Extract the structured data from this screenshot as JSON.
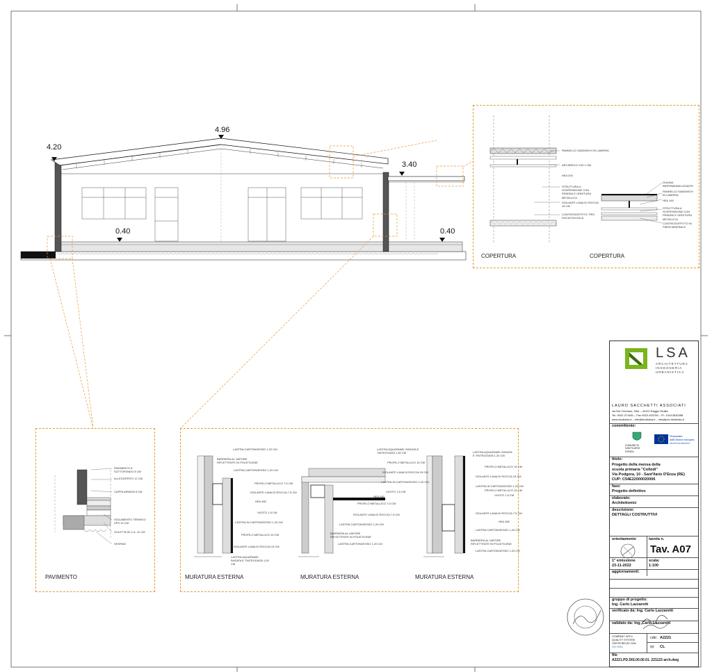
{
  "elevations": {
    "ridge": "4.96",
    "left_eave": "4.20",
    "right_roof": "3.40",
    "floor_left": "0.40",
    "floor_right": "0.40"
  },
  "detail_labels": {
    "copertura_1": "COPERTURA",
    "copertura_2": "COPERTURA",
    "pavimento": "PAVIMENTO",
    "muratura_1": "MURATURA ESTERNA",
    "muratura_2": "MURATURA ESTERNA",
    "muratura_3": "MURATURA ESTERNA"
  },
  "annotations": {
    "cop1": [
      "PANNELLO SANDWICH IN LAMIERA",
      "ARCARECCI 100 x 150",
      "HEA 200",
      "STRUTTURA A SOSPENSIONE CON PENDINI E ORDITURA METALLICA",
      "ISOLANTE LANA DI ROCCIA 16 CM",
      "CONTROSOFFITTO TIPO ROCKFON EKLA"
    ],
    "cop2": [
      "GUAINA IMPERMEABILIZZANTE",
      "PANNELLO SANDWICH IN LAMIERA",
      "HEA 160",
      "STRUTTURA A SOSPENSIONE CON PENDINI E ORDITURA METALLICA",
      "CONTROSOFFITTO IN FIBRA MINERALE"
    ],
    "pav": [
      "PAVIMENTO E SOTTOFONDO 8 CM",
      "ALLEGGERITO 12 CM",
      "CAPPA ARMATA 5 CM",
      "ISOLAMENTO TERMICO XPS 10 CM",
      "SOLETTA IN C.A. 12 CM",
      "VESPAIO"
    ],
    "mur1": [
      "LASTRA CARTONGESSO 1,20 CM",
      "BARRIERA AL VAPORE RIFLETTENTE IN POLIETILENE",
      "LASTRA CARTONGESSO 1,20 CM",
      "PROFILO METALLICO 7,5 CM",
      "ISOLANTE LANA DI ROCCIA 7,5 CM",
      "HEA 280",
      "VUOTO 1,5 CM",
      "LASTRA IN CARTONGESSO 1,20 CM",
      "PROFILO METALLICO 15 CM",
      "ISOLANTE LANA DI ROCCIA 15 CM",
      "LASTRA AQUAPANEL RASATA E TINTEGGIATA 1,30 CM"
    ],
    "mur2": [
      "LASTRA AQUAPANEL RASATA E TINTEGGIATA 1,30 CM",
      "PROFILO METALLICO 15 CM",
      "ISOLANTE LANA DI ROCCIA 15 CM",
      "LASTRA IN CARTONGESSO 1,20 CM",
      "VUOTO 1,5 CM",
      "HEA 280",
      "PROFILO METALLICO 7,5 CM",
      "ISOLANTE LANA DI ROCCIA 7,5 CM",
      "LASTRA CARTONGESSO 1,20 CM",
      "BARRIERA AL VAPORE RIFLETTENTE IN POLIETILENE",
      "LASTRA CARTONGESSO 1,20 CM"
    ],
    "mur3": [
      "LASTRA AQUAPANEL RASATA E TINTEGGIATA 1,30 CM",
      "PROFILO METALLICO 15 CM",
      "ISOLANTE LANA DI ROCCIA 15 CM",
      "LASTRA IN CARTONGESSO 1,20 CM",
      "PROFILO METALLICO 15 CM",
      "VUOTO 1,5 CM",
      "ISOLANTE LANA DI ROCCIA 7,5 CM",
      "HEA 280",
      "LASTRA CARTONGESSO 1,20 CM",
      "BARRIERA AL VAPORE RIFLETTENTE IN POLIETILENE",
      "LASTRA CARTONGESSO 1,20 CM"
    ]
  },
  "title_block": {
    "logo_text": "LSA",
    "logo_sub1": "ARCHITETTURA",
    "logo_sub2": "INGEGNERIA",
    "logo_sub3": "URBANISTICA",
    "firm": "LAURO SACCHETTI ASSOCIATI",
    "address": "via Dei Chiomes, 28/a – 42122 Reggio Emilia",
    "phone": "Tel. 0522-271481 – Fax 0522-923760 – P.I. 01413630358",
    "web": "www.studiolsa.it – info@studiolsa.it – info@pec.studiolsa.it",
    "committente_label": "committente:",
    "comune": "COMUNE DI SANT'ILARIO D'ENZA",
    "eu_text1": "Finanziato",
    "eu_text2": "dall'Unione europea",
    "eu_text3": "NextGenerationEU",
    "titolo_label": "titolo:",
    "titolo_1": "Progetto della mensa della",
    "titolo_2": "scuola primaria \"Collodi\"",
    "titolo_3": "Via Podgora, 10 - Sant'Ilario D'Enza (RE)",
    "titolo_4": "CUP: C54E22000020006",
    "fase_label": "fase:",
    "fase": "Progetto definitivo",
    "elaborato_label": "elaborato:",
    "elaborato": "Architettonici",
    "descrizione_label": "descrizione:",
    "descrizione": "DETTAGLI COSTRUTTIVI",
    "orientamento_label": "orientamento",
    "tavola_label": "tavola n.",
    "tavola": "Tav. A07",
    "emissione_label": "1° emissione",
    "emissione": "23-11-2022",
    "scala_label": "scala:",
    "scala": "1:100",
    "aggiornamenti_label": "aggiornamenti:",
    "gruppo_label": "gruppo di progetto:",
    "gruppo": "Ing. Carlo Lazzaretti",
    "verificato": "verificato da: Ing. Carlo Lazzaretti",
    "validato": "validato da: Ing. Carlo Lazzaretti",
    "quality_1": "COMPANY WITH",
    "quality_2": "QUALITY SYSTEM",
    "quality_3": "CERTIFIED BY DNV",
    "quality_4": "ISO 9001",
    "cde_label": "cde:",
    "cde": "A2221",
    "rp_label": "rp:",
    "rp": "CL",
    "file_label": "file",
    "file": "A2221.PD.DIS.00.00.01. 221123 arch.dwg"
  },
  "colors": {
    "dash": "#e8972f",
    "logo_green": "#7ab51d",
    "eu_blue": "#003399"
  }
}
